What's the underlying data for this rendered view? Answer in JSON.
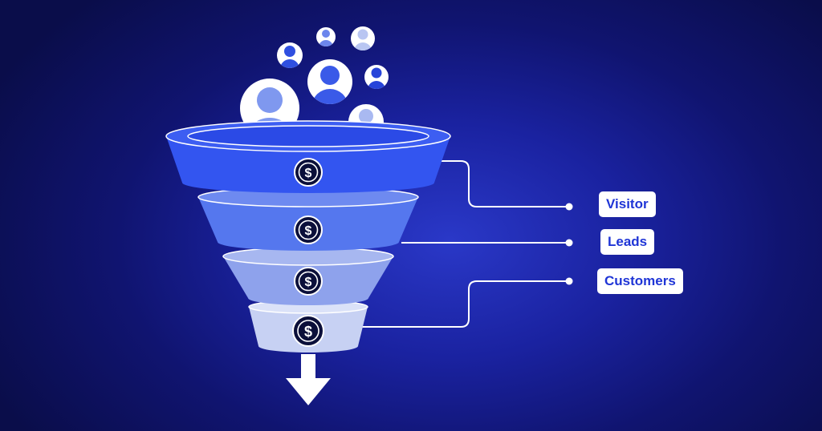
{
  "funnel": {
    "stages": [
      {
        "label": "Visitor",
        "color": "#3355f0"
      },
      {
        "label": "Leads",
        "color": "#5577ee"
      },
      {
        "label": "Customers",
        "color": "#8ea2ec"
      },
      {
        "label": "",
        "color": "#c7d1f3"
      }
    ],
    "coin_symbol": "$",
    "coin_icon": "dollar-coin-icon",
    "arrow_icon": "down-arrow-icon",
    "people_icon": "person-avatar-icon"
  },
  "colors": {
    "background": "#0a0d4a",
    "accent": "#1f35d6",
    "connector": "#ffffff",
    "coin": "#0b0f3a"
  }
}
